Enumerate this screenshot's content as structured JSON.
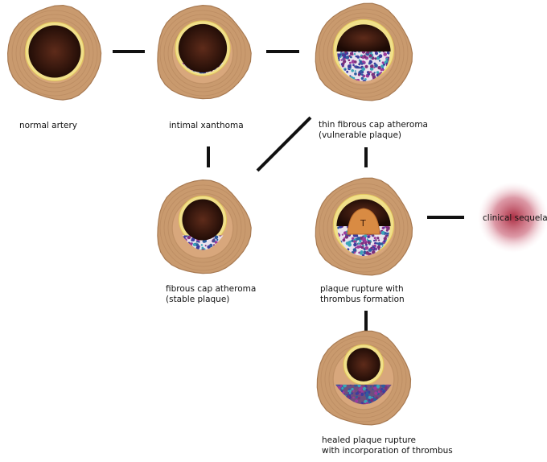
{
  "stages": {
    "normal_artery": {
      "label": "normal artery"
    },
    "intimal_xanthoma": {
      "label": "intimal xanthoma"
    },
    "thin_fibrous_cap_atheroma": {
      "label": [
        "thin fibrous cap atheroma",
        "(vulnerable plaque)"
      ]
    },
    "fibrous_cap_atheroma": {
      "label": [
        "fibrous cap atheroma",
        "(stable plaque)"
      ]
    },
    "plaque_rupture": {
      "label": [
        "plaque rupture with",
        "thrombus formation"
      ],
      "thrombus_mark": "T"
    },
    "healed_plaque_rupture": {
      "label": [
        "healed plaque rupture",
        "with incorporation of thrombus"
      ]
    },
    "clinical_sequela": {
      "label": "clinical sequela"
    }
  },
  "colors": {
    "adventitia": "#c99a6e",
    "adventitia_ring": "#a87a52",
    "media": "#d8a77c",
    "intima": "#f1e08a",
    "lumen": "#3b1d12",
    "plaque_base": "#e9e3ee",
    "thrombus": "#d98b43",
    "sequela": "#b43a4a",
    "connector": "#111111"
  },
  "plaque_dot_colors": [
    "#3c3c9e",
    "#7b2f7b",
    "#3aa4b8",
    "#9b3b9b",
    "#2e5c9e"
  ]
}
